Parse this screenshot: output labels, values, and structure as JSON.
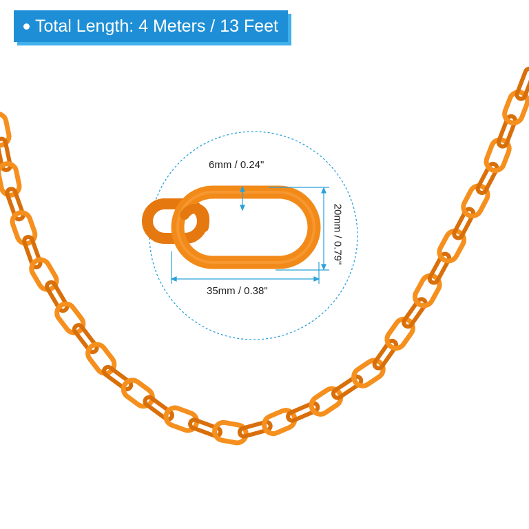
{
  "banner": {
    "text": "Total Length: 4 Meters / 13 Feet"
  },
  "dimensions": {
    "thickness_label": "6mm / 0.24\"",
    "width_label": "20mm / 0.79\"",
    "length_label": "35mm / 0.38\""
  },
  "colors": {
    "chain_orange": "#f5901e",
    "chain_dark": "#d96f0a",
    "banner_blue": "#1e8fd6",
    "banner_shadow": "#3fb0ea",
    "dimension_line": "#2aa1d8"
  },
  "icons": {
    "bullet": "bullet-dot-icon"
  }
}
